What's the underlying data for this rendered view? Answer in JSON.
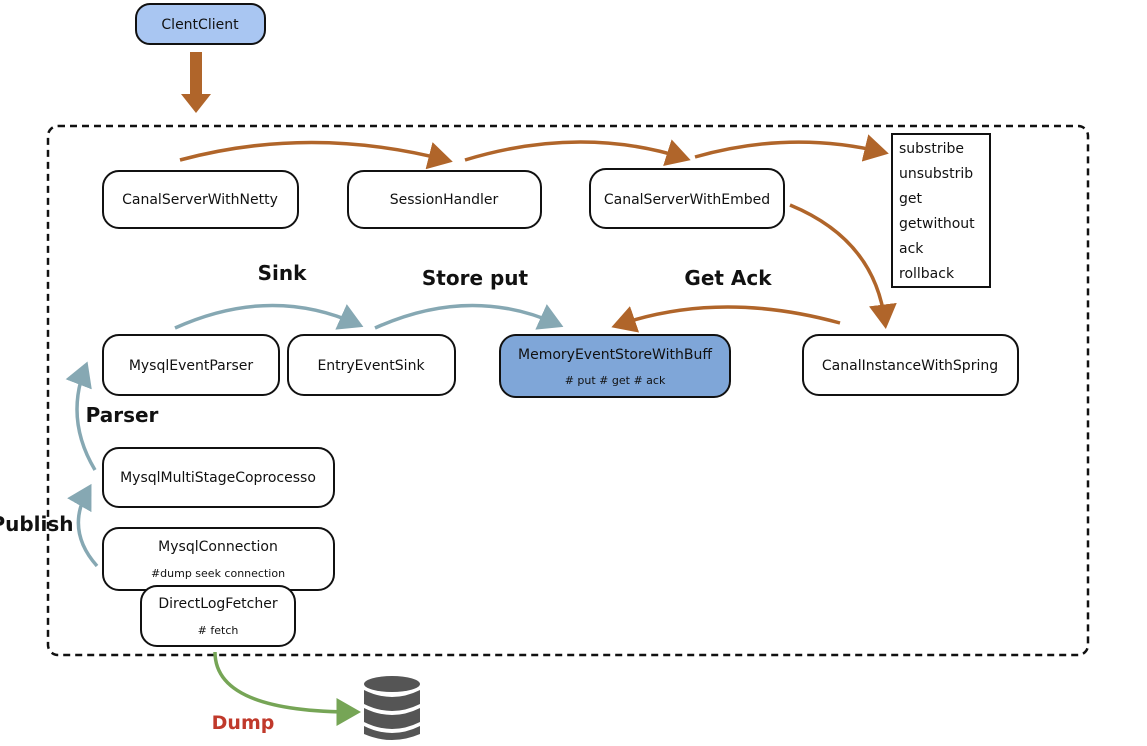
{
  "colors": {
    "client": "#a9c6f2",
    "store": "#7fa6d8",
    "brown_arrow": "#b0652a",
    "blue_arrow": "#86a8b3",
    "green_arrow": "#76a556",
    "dump_label": "#c0392b",
    "database": "#555555"
  },
  "client": {
    "label": "ClentClient"
  },
  "nodes": {
    "netty": "CanalServerWithNetty",
    "session": "SessionHandler",
    "embed": "CanalServerWithEmbed",
    "parser": "MysqlEventParser",
    "sink": "EntryEventSink",
    "store": "MemoryEventStoreWithBuff",
    "store_sub": "# put # get # ack",
    "instance": "CanalInstanceWithSpring",
    "coprocessor": "MysqlMultiStageCoprocesso",
    "connection": "MysqlConnection",
    "connection_sub": "#dump seek connection",
    "fetcher": "DirectLogFetcher",
    "fetcher_sub": "# fetch"
  },
  "api_list": [
    "substribe",
    "unsubstrib",
    "get",
    "getwithout",
    "ack",
    "rollback"
  ],
  "labels": {
    "sink": "Sink",
    "store_put": "Store put",
    "get_ack": "Get Ack",
    "parser": "Parser",
    "publish": "Publish",
    "dump": "Dump"
  },
  "icons": {
    "database": "database-icon"
  }
}
